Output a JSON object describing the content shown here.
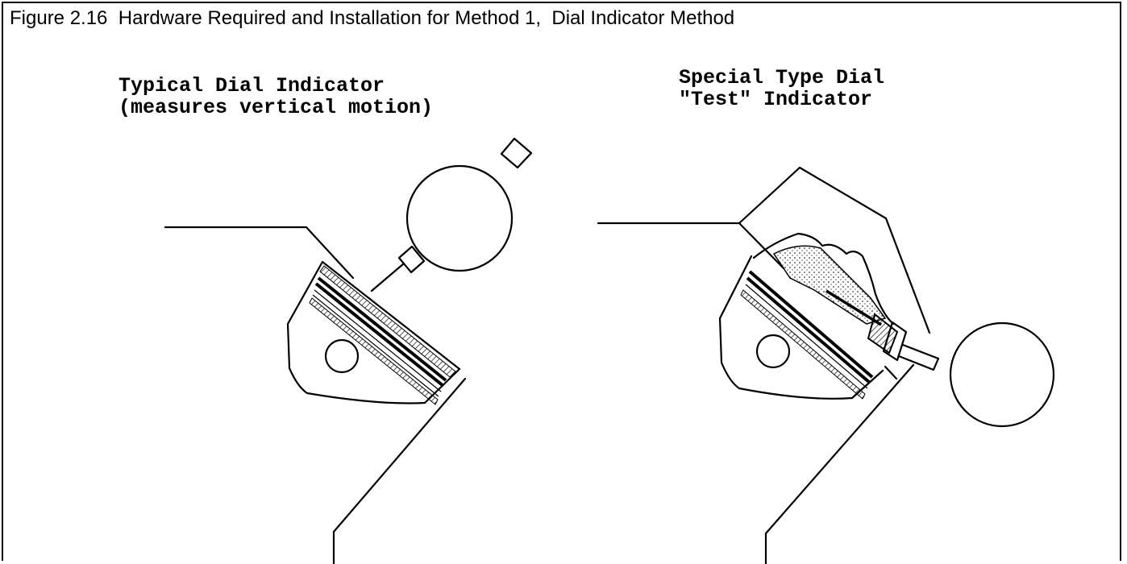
{
  "figure": {
    "title": "Figure 2.16  Hardware Required and Installation for Method 1,  Dial Indicator Method"
  },
  "left_panel": {
    "label_line1": "Typical Dial Indicator",
    "label_line2": "(measures vertical motion)"
  },
  "right_panel": {
    "label_line1": "Special Type Dial",
    "label_line2": "\"Test\" Indicator"
  },
  "colors": {
    "line": "#000000",
    "background": "#ffffff"
  }
}
